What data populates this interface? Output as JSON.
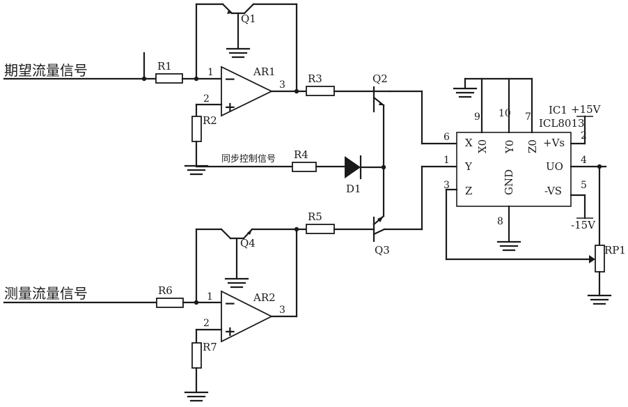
{
  "inputs": {
    "desired_flow": "期望流量信号",
    "measured_flow": "测量流量信号",
    "sync_control": "同步控制信号"
  },
  "components": {
    "r1": "R1",
    "r2": "R2",
    "r3": "R3",
    "r4": "R4",
    "r5": "R5",
    "r6": "R6",
    "r7": "R7",
    "ar1": "AR1",
    "ar2": "AR2",
    "q1": "Q1",
    "q2": "Q2",
    "q3": "Q3",
    "q4": "Q4",
    "d1": "D1",
    "rp1": "RP1",
    "ic_name": "IC1",
    "ic_part": "ICL8013"
  },
  "opamp_pins": {
    "inverting": "1",
    "noninverting": "2",
    "output": "3",
    "minus": "−",
    "plus": "+"
  },
  "ic_pins": {
    "x": "X",
    "y": "Y",
    "z": "Z",
    "x0": "X0",
    "y0": "Y0",
    "z0": "Z0",
    "vs_pos": "+Vs",
    "uo": "UO",
    "vs_neg": "-VS",
    "gnd": "GND",
    "n1": "1",
    "n2": "2",
    "n3": "3",
    "n4": "4",
    "n5": "5",
    "n6": "6",
    "n7": "7",
    "n8": "8",
    "n9": "9",
    "n10": "10"
  },
  "supply": {
    "pos": "+15V",
    "neg": "-15V"
  }
}
